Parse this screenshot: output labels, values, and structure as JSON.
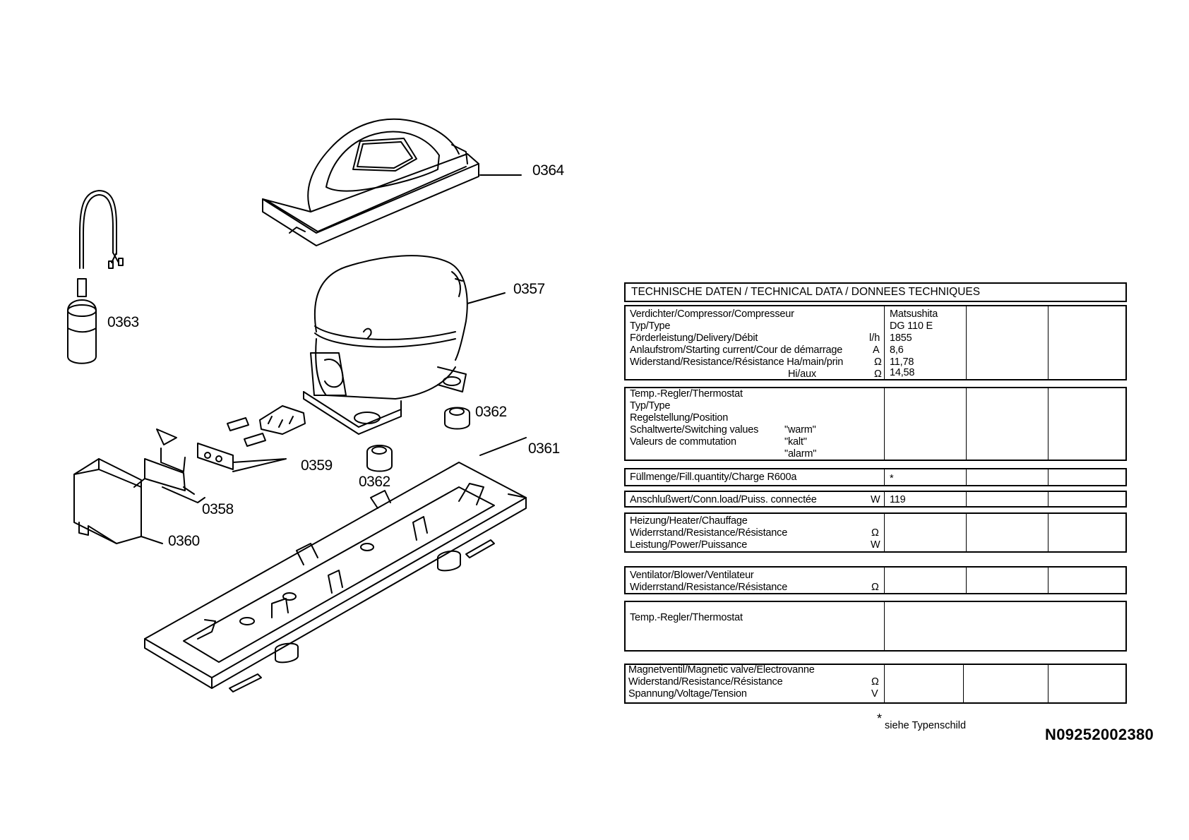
{
  "diagram": {
    "part_labels": {
      "p0364": "0364",
      "p0357": "0357",
      "p0363": "0363",
      "p0362a": "0362",
      "p0362b": "0362",
      "p0361": "0361",
      "p0359": "0359",
      "p0358": "0358",
      "p0360": "0360"
    }
  },
  "tech_data": {
    "header": "TECHNISCHE DATEN / TECHNICAL DATA / DONNEES TECHNIQUES",
    "compressor": {
      "lines": [
        "Verdichter/Compressor/Compresseur",
        "Typ/Type",
        "Förderleistung/Delivery/Débit",
        "Anlaufstrom/Starting current/Cour de démarrage",
        "Widerstand/Resistance/Résistance Ha/main/prin",
        "Hi/aux"
      ],
      "units": [
        "",
        "",
        "l/h",
        "A",
        "Ω",
        "Ω"
      ],
      "values": [
        "Matsushita",
        "DG 110 E",
        "1855",
        "8,6",
        "11,78",
        "14,58"
      ]
    },
    "thermostat": {
      "lines": [
        "Temp.-Regler/Thermostat",
        "Typ/Type",
        "Regelstellung/Position",
        "Schaltwerte/Switching values",
        "Valeurs de commutation"
      ],
      "switch_terms": [
        "\"warm\"",
        "\"kalt\"",
        "\"alarm\""
      ]
    },
    "fill": {
      "label": "Füllmenge/Fill.quantity/Charge  R600a",
      "value": "*"
    },
    "conn": {
      "label": "Anschlußwert/Conn.load/Puiss. connectée",
      "unit": "W",
      "value": "119"
    },
    "heater": {
      "lines": [
        "Heizung/Heater/Chauffage",
        "Widerrstand/Resistance/Résistance",
        "Leistung/Power/Puissance"
      ],
      "units": [
        "",
        "Ω",
        "W"
      ]
    },
    "blower": {
      "lines": [
        "Ventilator/Blower/Ventilateur",
        "Widerrstand/Resistance/Résistance"
      ],
      "units": [
        "",
        "Ω"
      ]
    },
    "thermostat2": {
      "label": "Temp.-Regler/Thermostat"
    },
    "valve": {
      "lines": [
        "Magnetventil/Magnetic valve/Electrovanne",
        "Widerstand/Resistance/Résistance",
        "Spannung/Voltage/Tension"
      ],
      "units": [
        "",
        "Ω",
        "V"
      ]
    },
    "footnote_star": "*",
    "footnote": "siehe Typenschild",
    "doc_number": "N09252002380"
  }
}
